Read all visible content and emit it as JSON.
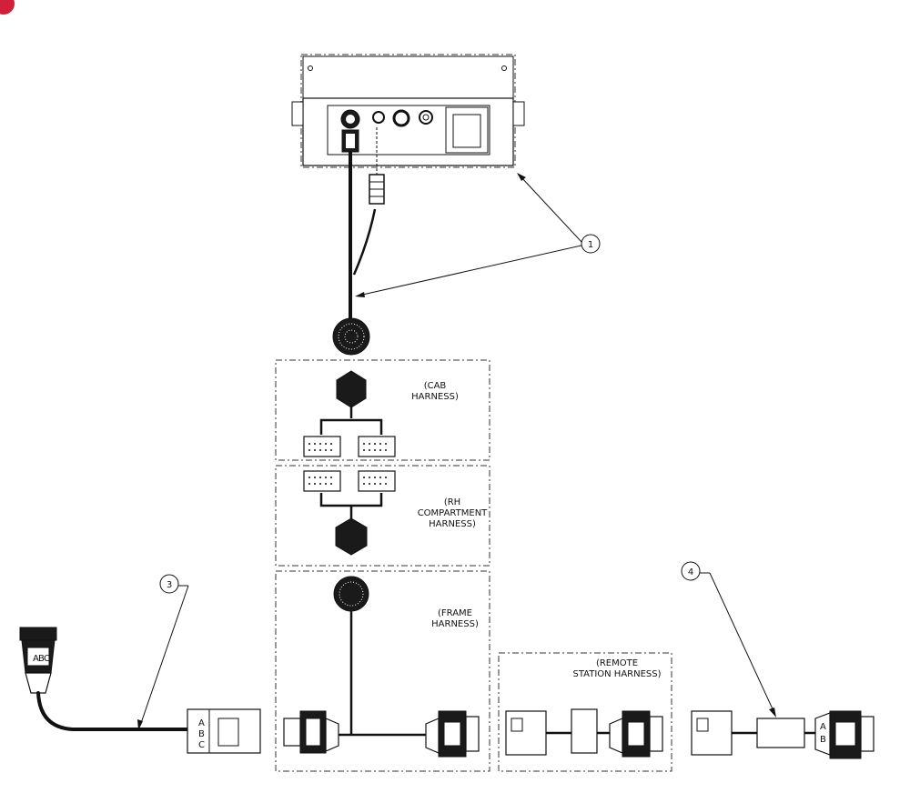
{
  "callouts": {
    "one": "1",
    "three": "3",
    "four": "4"
  },
  "labels": {
    "cab_line1": "(CAB",
    "cab_line2": "HARNESS)",
    "rh_line1": "(RH",
    "rh_line2": "COMPARTMENT",
    "rh_line3": "HARNESS)",
    "frame_line1": "(FRAME",
    "frame_line2": "HARNESS)",
    "remote_line1": "(REMOTE",
    "remote_line2": "STATION HARNESS)"
  },
  "pin_letters": {
    "left_plug": [
      "A",
      "B",
      "C"
    ],
    "left_connector": [
      "A",
      "B",
      "C"
    ],
    "right_connector": [
      "A",
      "B"
    ]
  },
  "colors": {
    "badge": "#d3203a",
    "line": "#111111"
  }
}
